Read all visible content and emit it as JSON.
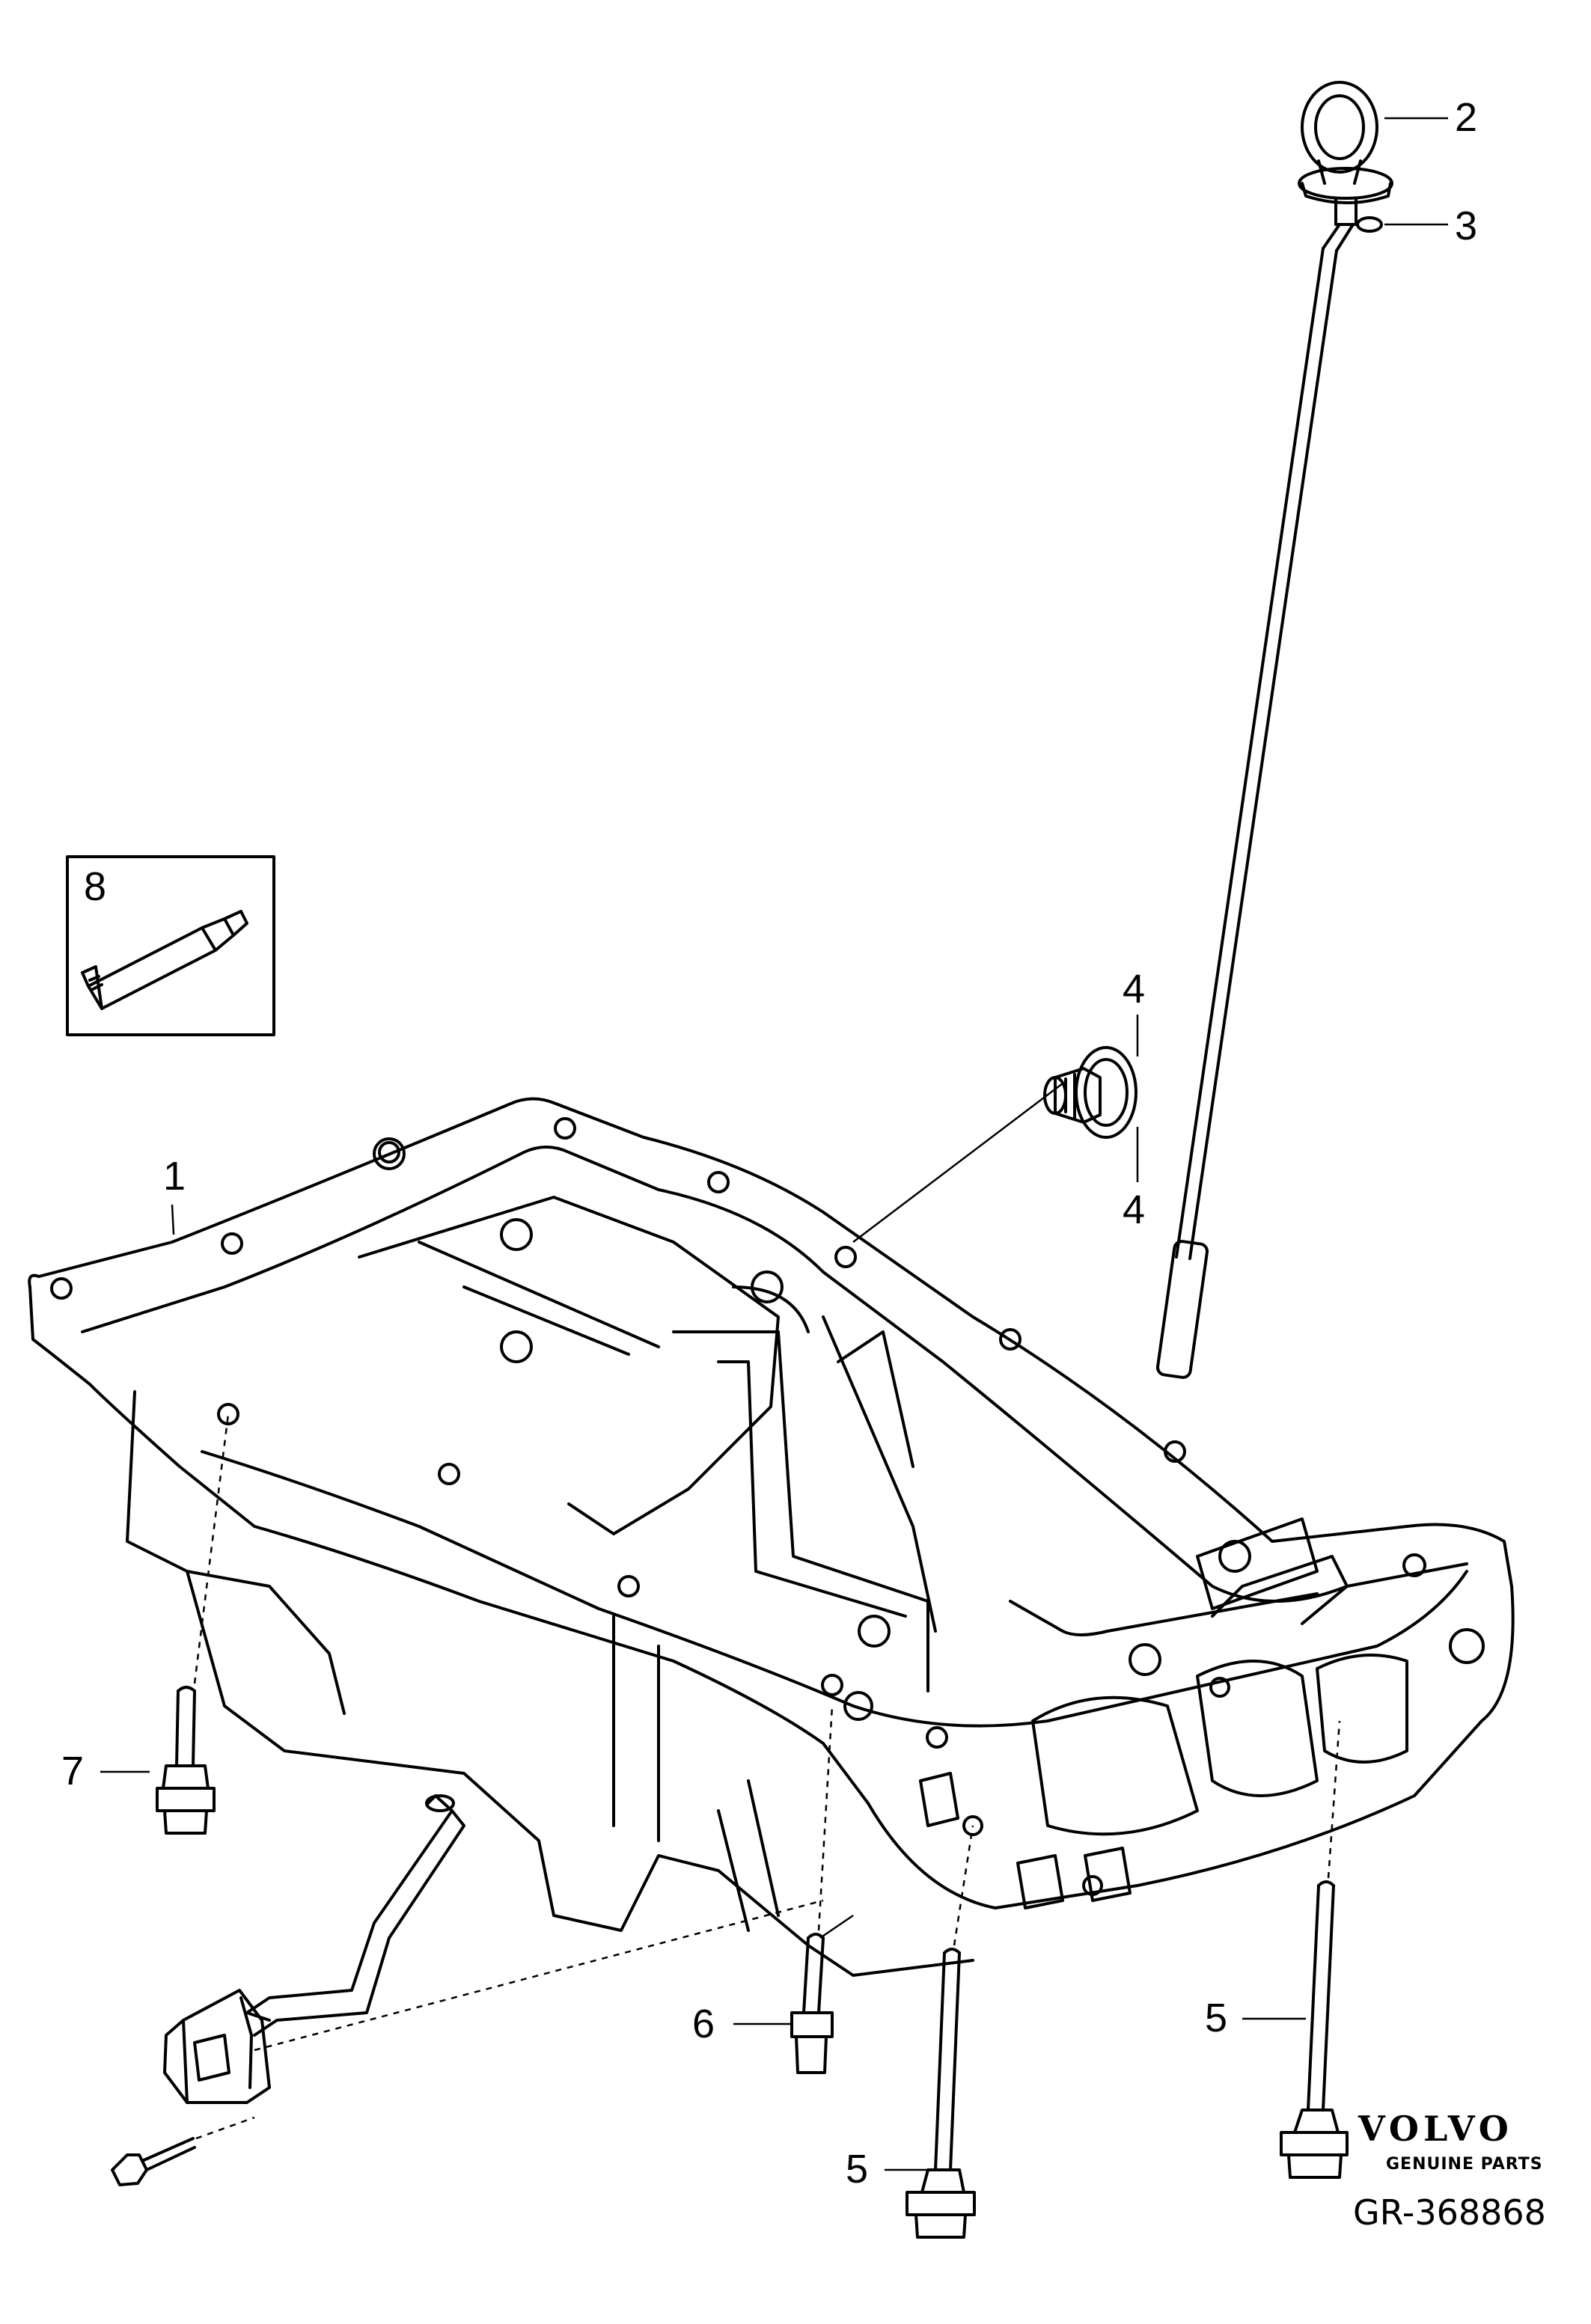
{
  "callouts": {
    "c1": "1",
    "c2": "2",
    "c3": "3",
    "c4a": "4",
    "c4b": "4",
    "c5a": "5",
    "c5b": "5",
    "c6": "6",
    "c7": "7",
    "c8": "8"
  },
  "brand": {
    "name": "VOLVO",
    "subtitle": "GENUINE PARTS"
  },
  "diagram_id": "GR-368868",
  "colors": {
    "line": "#000000",
    "background": "#ffffff"
  }
}
